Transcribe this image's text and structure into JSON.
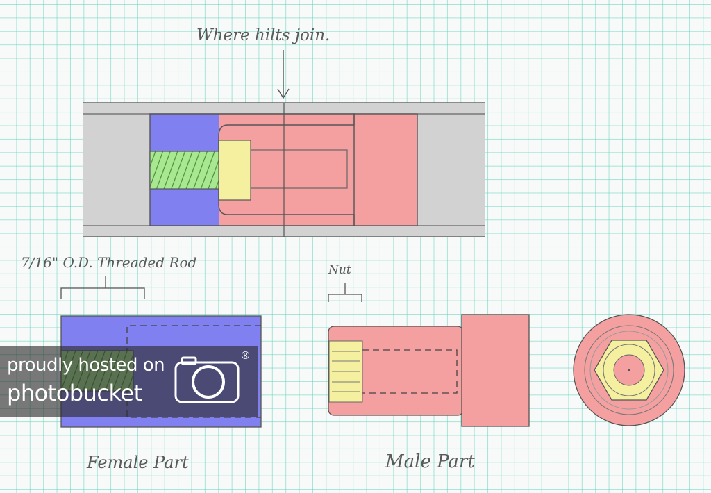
{
  "annotations": {
    "join_label": "Where hilts join.",
    "rod_label": "7/16\" O.D. Threaded Rod",
    "nut_label": "Nut",
    "female_label": "Female Part",
    "male_label": "Male Part"
  },
  "watermark": {
    "line1": "proudly hosted on",
    "line2": "photobucket",
    "reg": "®"
  },
  "colors": {
    "hilt_gray": "#d2d2d2",
    "female_blue": "#8080f0",
    "male_red": "#f5a0a0",
    "rod_green": "#a8e890",
    "nut_yellow": "#f5f0a0",
    "grid": "#64d2be",
    "pencil": "#5a5a5a"
  }
}
